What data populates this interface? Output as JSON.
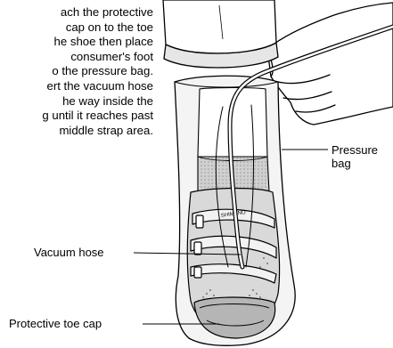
{
  "instructions": {
    "lines": [
      "ach the protective",
      "cap on to the toe",
      "he shoe then place",
      "consumer's foot",
      "o the pressure bag.",
      "ert the vacuum hose",
      "he way inside the",
      "g until it reaches past",
      "middle strap area."
    ]
  },
  "callouts": {
    "pressure_bag": {
      "line1": "Pressure",
      "line2": "bag"
    },
    "vacuum_hose": "Vacuum hose",
    "protective_toe_cap": "Protective toe cap"
  },
  "shoe_logo": "SHIMANO"
}
